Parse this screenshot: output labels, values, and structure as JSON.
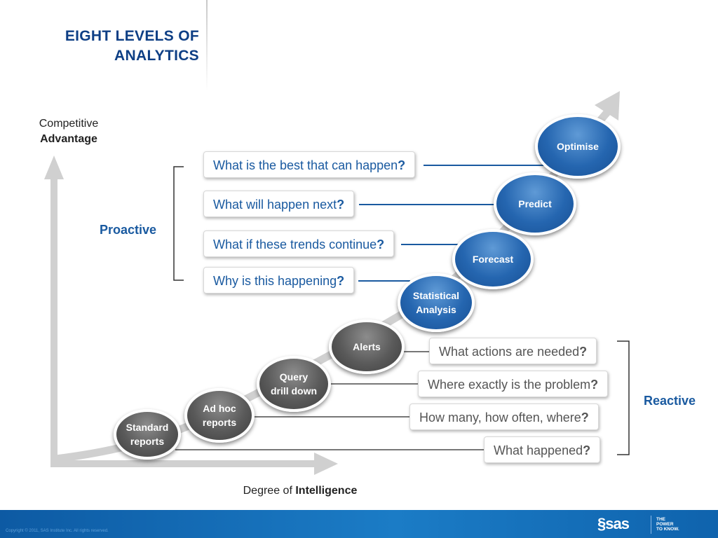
{
  "title": {
    "line1": "EIGHT LEVELS OF",
    "line2": "ANALYTICS"
  },
  "y_axis": {
    "normal": "Competitive",
    "bold": "Advantage"
  },
  "x_axis": {
    "normal": "Degree of ",
    "bold": "Intelligence"
  },
  "groups": {
    "proactive": "Proactive",
    "reactive": "Reactive"
  },
  "nodes": [
    {
      "line1": "Optimise",
      "line2": ""
    },
    {
      "line1": "Predict",
      "line2": ""
    },
    {
      "line1": "Forecast",
      "line2": ""
    },
    {
      "line1": "Statistical",
      "line2": "Analysis"
    },
    {
      "line1": "Alerts",
      "line2": ""
    },
    {
      "line1": "Query",
      "line2": "drill down"
    },
    {
      "line1": "Ad hoc",
      "line2": "reports"
    },
    {
      "line1": "Standard",
      "line2": "reports"
    }
  ],
  "questions": [
    {
      "text": "What is the best that can happen",
      "mark": "?"
    },
    {
      "text": "What will happen next",
      "mark": "?"
    },
    {
      "text": "What if these trends continue",
      "mark": "?"
    },
    {
      "text": "Why is this happening",
      "mark": "?"
    },
    {
      "text": "What actions are needed",
      "mark": "?"
    },
    {
      "text": "Where exactly is the problem",
      "mark": "?"
    },
    {
      "text": "How many, how often, where",
      "mark": "?"
    },
    {
      "text": "What happened",
      "mark": "?"
    }
  ],
  "footer": {
    "copyright": "Copyright © 2011, SAS Institute Inc. All rights reserved.",
    "logo": "sas",
    "tagline": [
      "THE",
      "POWER",
      "TO KNOW."
    ]
  },
  "colors": {
    "blue": "#1a5aa0",
    "title": "#0e3f85",
    "grey": "#5a5a5a",
    "footer": "#1b7cc6"
  }
}
